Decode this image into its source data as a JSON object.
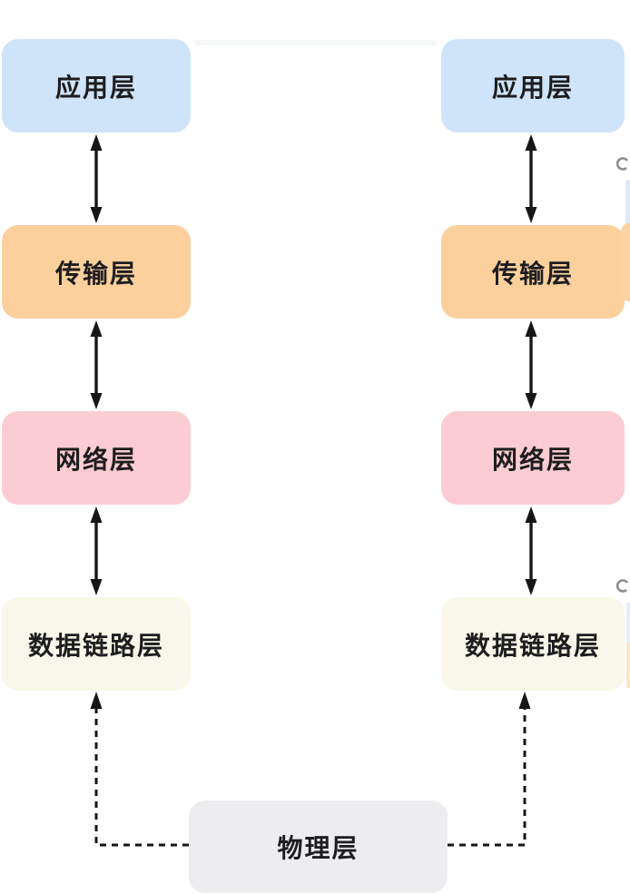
{
  "canvas": {
    "background": "#ffffff",
    "arrow_color": "#161616",
    "text_color": "#1d1d1f"
  },
  "columns": [
    {
      "name": "left-host",
      "layers": [
        {
          "label": "应用层",
          "fill": "#cfe4f8"
        },
        {
          "label": "传输层",
          "fill": "#fbd09c"
        },
        {
          "label": "网络层",
          "fill": "#fbccd2"
        },
        {
          "label": "数据链路层",
          "fill": "#f8f7e9"
        }
      ]
    },
    {
      "name": "right-host",
      "layers": [
        {
          "label": "应用层",
          "fill": "#cfe4f8"
        },
        {
          "label": "传输层",
          "fill": "#fbd09c"
        },
        {
          "label": "网络层",
          "fill": "#fbccd2"
        },
        {
          "label": "数据链路层",
          "fill": "#f8f7e9"
        }
      ]
    }
  ],
  "shared_layer": {
    "label": "物理层",
    "fill": "#ededef"
  },
  "edge_fragments": {
    "band": "#f5f6f7",
    "blue": "#dce9f8",
    "orange": "#fbd3a2",
    "glyph": "#8d8d8d"
  }
}
